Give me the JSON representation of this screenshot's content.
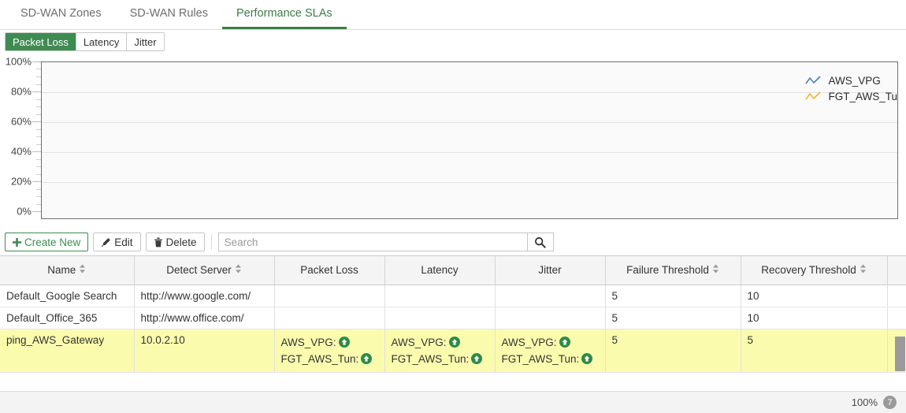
{
  "tabs": [
    {
      "label": "SD-WAN Zones",
      "active": false
    },
    {
      "label": "SD-WAN Rules",
      "active": false
    },
    {
      "label": "Performance SLAs",
      "active": true
    }
  ],
  "metric_tabs": [
    {
      "label": "Packet Loss",
      "active": true
    },
    {
      "label": "Latency",
      "active": false
    },
    {
      "label": "Jitter",
      "active": false
    }
  ],
  "chart_data": {
    "type": "line",
    "title": "",
    "xlabel": "",
    "ylabel": "",
    "ylim": [
      0,
      100
    ],
    "yticks": [
      "0%",
      "20%",
      "40%",
      "60%",
      "80%",
      "100%"
    ],
    "grid": true,
    "legend_position": "top-right",
    "series": [
      {
        "name": "AWS_VPG",
        "color": "#4a7ebb",
        "values": []
      },
      {
        "name": "FGT_AWS_Tu",
        "color": "#f0b429",
        "values": []
      }
    ]
  },
  "toolbar": {
    "create_label": "Create New",
    "edit_label": "Edit",
    "delete_label": "Delete",
    "search_placeholder": "Search",
    "search_value": ""
  },
  "table": {
    "columns": [
      {
        "label": "Name",
        "sortable": true
      },
      {
        "label": "Detect Server",
        "sortable": true
      },
      {
        "label": "Packet Loss",
        "sortable": false
      },
      {
        "label": "Latency",
        "sortable": false
      },
      {
        "label": "Jitter",
        "sortable": false
      },
      {
        "label": "Failure Threshold",
        "sortable": true
      },
      {
        "label": "Recovery Threshold",
        "sortable": true
      }
    ],
    "rows": [
      {
        "name": "Default_Google Search",
        "detect_server": "http://www.google.com/",
        "packet_loss": [],
        "latency": [],
        "jitter": [],
        "failure_threshold": "5",
        "recovery_threshold": "10",
        "highlight": false
      },
      {
        "name": "Default_Office_365",
        "detect_server": "http://www.office.com/",
        "packet_loss": [],
        "latency": [],
        "jitter": [],
        "failure_threshold": "5",
        "recovery_threshold": "10",
        "highlight": false
      },
      {
        "name": "ping_AWS_Gateway",
        "detect_server": "10.0.2.10",
        "packet_loss": [
          "AWS_VPG:",
          "FGT_AWS_Tun:"
        ],
        "latency": [
          "AWS_VPG:",
          "FGT_AWS_Tun:"
        ],
        "jitter": [
          "AWS_VPG:",
          "FGT_AWS_Tun:"
        ],
        "failure_threshold": "5",
        "recovery_threshold": "5",
        "highlight": true
      }
    ]
  },
  "statusbar": {
    "zoom": "100%",
    "badge_count": "7"
  },
  "colors": {
    "accent_green": "#3f8c52",
    "highlight_row": "#fbfbae",
    "status_up": "#2e8b45",
    "series_blue": "#4a7ebb",
    "series_yellow": "#f0b429"
  }
}
